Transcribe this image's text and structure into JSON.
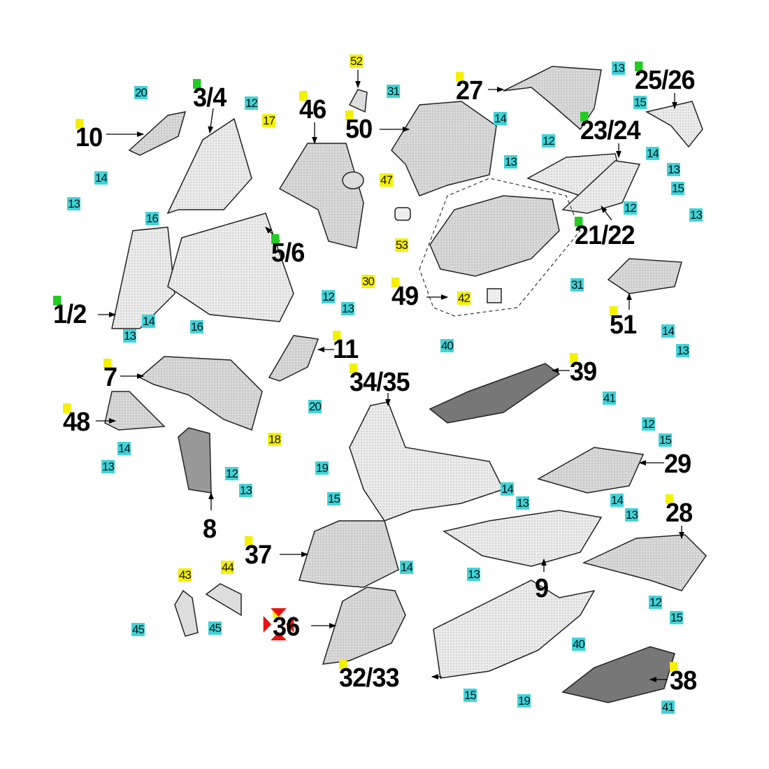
{
  "diagram": {
    "title": "Body panels exploded parts diagram",
    "colors": {
      "cyan_tag": "#3fd4d8",
      "yellow_tag": "#f4f000",
      "green_tag": "#22cc22",
      "marker": "#ee1111",
      "part_fill": "#bdbdbd"
    },
    "main_parts": [
      {
        "id": "p10",
        "text": "10",
        "tag": "yellow"
      },
      {
        "id": "p3-4",
        "text": "3/4",
        "tag": "green"
      },
      {
        "id": "p46",
        "text": "46",
        "tag": "yellow"
      },
      {
        "id": "p50",
        "text": "50",
        "tag": "yellow"
      },
      {
        "id": "p27",
        "text": "27",
        "tag": "yellow"
      },
      {
        "id": "p25-26",
        "text": "25/26",
        "tag": "green"
      },
      {
        "id": "p23-24",
        "text": "23/24",
        "tag": "green"
      },
      {
        "id": "p21-22",
        "text": "21/22",
        "tag": "green"
      },
      {
        "id": "p5-6",
        "text": "5/6",
        "tag": "green"
      },
      {
        "id": "p1-2",
        "text": "1/2",
        "tag": "green"
      },
      {
        "id": "p49",
        "text": "49",
        "tag": "yellow"
      },
      {
        "id": "p51",
        "text": "51",
        "tag": "yellow"
      },
      {
        "id": "p11",
        "text": "11",
        "tag": "yellow"
      },
      {
        "id": "p7",
        "text": "7",
        "tag": "yellow"
      },
      {
        "id": "p34-35",
        "text": "34/35",
        "tag": "yellow"
      },
      {
        "id": "p39",
        "text": "39",
        "tag": "yellow"
      },
      {
        "id": "p48",
        "text": "48",
        "tag": "yellow"
      },
      {
        "id": "p29",
        "text": "29",
        "tag": "none"
      },
      {
        "id": "p8",
        "text": "8",
        "tag": "none"
      },
      {
        "id": "p28",
        "text": "28",
        "tag": "yellow"
      },
      {
        "id": "p37",
        "text": "37",
        "tag": "yellow"
      },
      {
        "id": "p9",
        "text": "9",
        "tag": "none"
      },
      {
        "id": "p36",
        "text": "36",
        "tag": "yellow"
      },
      {
        "id": "p32-33",
        "text": "32/33",
        "tag": "yellow"
      },
      {
        "id": "p38",
        "text": "38",
        "tag": "yellow"
      }
    ],
    "small_parts": [
      {
        "text": "20",
        "tag": "cyan"
      },
      {
        "text": "12",
        "tag": "cyan"
      },
      {
        "text": "17",
        "tag": "yellow"
      },
      {
        "text": "14",
        "tag": "cyan"
      },
      {
        "text": "13",
        "tag": "cyan"
      },
      {
        "text": "16",
        "tag": "cyan"
      },
      {
        "text": "14",
        "tag": "cyan"
      },
      {
        "text": "13",
        "tag": "cyan"
      },
      {
        "text": "16",
        "tag": "cyan"
      },
      {
        "text": "12",
        "tag": "cyan"
      },
      {
        "text": "13",
        "tag": "cyan"
      },
      {
        "text": "52",
        "tag": "yellow"
      },
      {
        "text": "31",
        "tag": "cyan"
      },
      {
        "text": "47",
        "tag": "yellow"
      },
      {
        "text": "30",
        "tag": "yellow"
      },
      {
        "text": "53",
        "tag": "yellow"
      },
      {
        "text": "42",
        "tag": "yellow"
      },
      {
        "text": "31",
        "tag": "cyan"
      },
      {
        "text": "13",
        "tag": "cyan"
      },
      {
        "text": "15",
        "tag": "cyan"
      },
      {
        "text": "14",
        "tag": "cyan"
      },
      {
        "text": "12",
        "tag": "cyan"
      },
      {
        "text": "13",
        "tag": "cyan"
      },
      {
        "text": "14",
        "tag": "cyan"
      },
      {
        "text": "13",
        "tag": "cyan"
      },
      {
        "text": "15",
        "tag": "cyan"
      },
      {
        "text": "12",
        "tag": "cyan"
      },
      {
        "text": "13",
        "tag": "cyan"
      },
      {
        "text": "14",
        "tag": "cyan"
      },
      {
        "text": "13",
        "tag": "cyan"
      },
      {
        "text": "40",
        "tag": "cyan"
      },
      {
        "text": "41",
        "tag": "cyan"
      },
      {
        "text": "20",
        "tag": "cyan"
      },
      {
        "text": "18",
        "tag": "yellow"
      },
      {
        "text": "12",
        "tag": "cyan"
      },
      {
        "text": "15",
        "tag": "cyan"
      },
      {
        "text": "14",
        "tag": "cyan"
      },
      {
        "text": "13",
        "tag": "cyan"
      },
      {
        "text": "12",
        "tag": "cyan"
      },
      {
        "text": "13",
        "tag": "cyan"
      },
      {
        "text": "19",
        "tag": "cyan"
      },
      {
        "text": "15",
        "tag": "cyan"
      },
      {
        "text": "14",
        "tag": "cyan"
      },
      {
        "text": "13",
        "tag": "cyan"
      },
      {
        "text": "14",
        "tag": "cyan"
      },
      {
        "text": "13",
        "tag": "cyan"
      },
      {
        "text": "14",
        "tag": "cyan"
      },
      {
        "text": "13",
        "tag": "cyan"
      },
      {
        "text": "43",
        "tag": "yellow"
      },
      {
        "text": "44",
        "tag": "yellow"
      },
      {
        "text": "45",
        "tag": "cyan"
      },
      {
        "text": "45",
        "tag": "cyan"
      },
      {
        "text": "40",
        "tag": "cyan"
      },
      {
        "text": "12",
        "tag": "cyan"
      },
      {
        "text": "15",
        "tag": "cyan"
      },
      {
        "text": "15",
        "tag": "cyan"
      },
      {
        "text": "19",
        "tag": "cyan"
      },
      {
        "text": "41",
        "tag": "cyan"
      }
    ]
  }
}
